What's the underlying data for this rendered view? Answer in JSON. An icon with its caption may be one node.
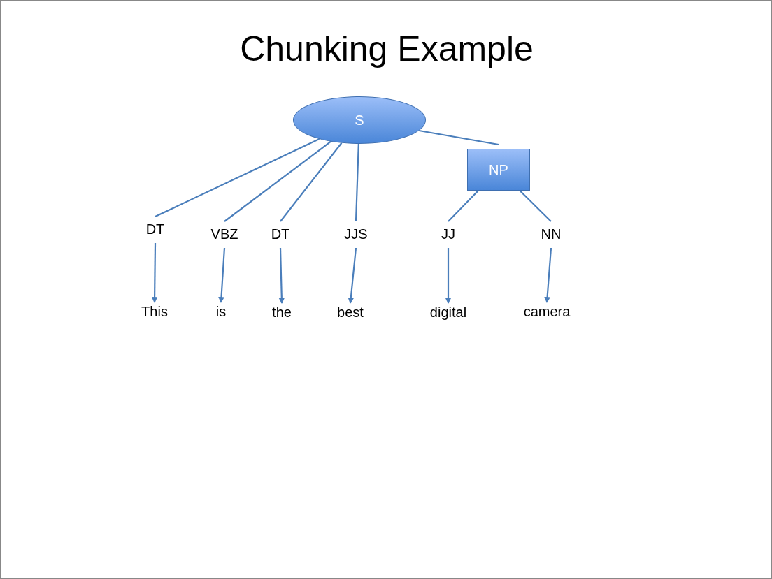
{
  "diagram": {
    "title": "Chunking Example",
    "nodes": [
      {
        "text": [
          "S"
        ]
      },
      {
        "text": [
          "NP"
        ]
      },
      {
        "text": [
          "DT"
        ]
      },
      {
        "text": [
          "VBZ"
        ]
      },
      {
        "text": [
          "DT"
        ]
      },
      {
        "text": [
          "JJS"
        ]
      },
      {
        "text": [
          "JJ"
        ]
      },
      {
        "text": [
          "NN"
        ]
      },
      {
        "text": [
          "This"
        ]
      },
      {
        "text": [
          "is"
        ]
      },
      {
        "text": [
          "the"
        ]
      },
      {
        "text": [
          "best"
        ]
      },
      {
        "text": [
          "digital"
        ]
      },
      {
        "text": [
          "camera"
        ]
      }
    ],
    "edges": [
      {
        "from": 0,
        "to": 2,
        "arrow": "none"
      },
      {
        "from": 0,
        "to": 3,
        "arrow": "none"
      },
      {
        "from": 0,
        "to": 4,
        "arrow": "none"
      },
      {
        "from": 0,
        "to": 5,
        "arrow": "none"
      },
      {
        "from": 0,
        "to": 1,
        "arrow": "none"
      },
      {
        "from": 1,
        "to": 6,
        "arrow": "none"
      },
      {
        "from": 1,
        "to": 7,
        "arrow": "none"
      },
      {
        "from": 2,
        "to": 8,
        "arrow": "to"
      },
      {
        "from": 3,
        "to": 9,
        "arrow": "to"
      },
      {
        "from": 4,
        "to": 10,
        "arrow": "to"
      },
      {
        "from": 5,
        "to": 11,
        "arrow": "to"
      },
      {
        "from": 6,
        "to": 12,
        "arrow": "to"
      },
      {
        "from": 7,
        "to": 13,
        "arrow": "to"
      }
    ]
  }
}
